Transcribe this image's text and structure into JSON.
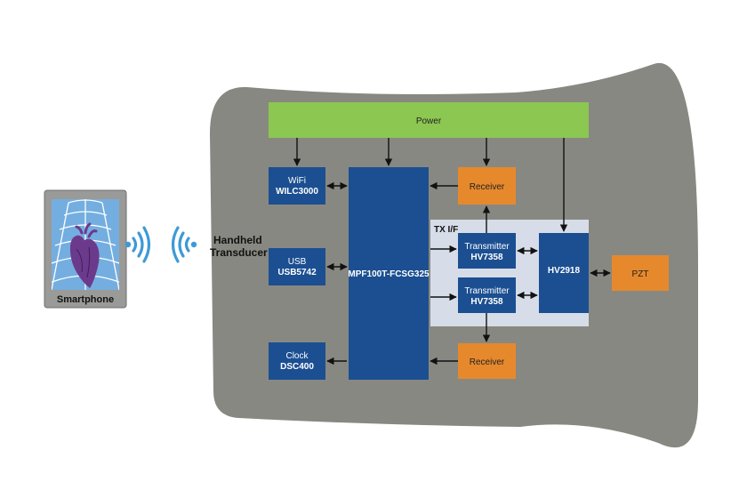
{
  "colors": {
    "body": "#888882",
    "power": "#8cc751",
    "blue": "#1b4f91",
    "orange": "#e6892c",
    "txif_panel": "#d6dde8",
    "phone_case": "#9a9a98",
    "phone_screen": "#74aee0",
    "wifi_waves": "#3d9ad6",
    "heart": "#6c3a8c",
    "arrow": "#111111"
  },
  "icons": {
    "wifi_left": "wifi-waves-icon",
    "wifi_right": "wifi-waves-icon",
    "phone": "smartphone-icon",
    "heart": "heart-ultrasound-icon"
  },
  "smartphone": {
    "label": "Smartphone"
  },
  "transducer": {
    "label_line1": "Handheld",
    "label_line2": "Transducer"
  },
  "power": {
    "label": "Power"
  },
  "wifi_block": {
    "line1": "WiFi",
    "line2": "WILC3000"
  },
  "usb_block": {
    "line1": "USB",
    "line2": "USB5742"
  },
  "clock_block": {
    "line1": "Clock",
    "line2": "DSC400"
  },
  "fpga": {
    "label": "MPF100T-FCSG325"
  },
  "receiver_top": {
    "label": "Receiver"
  },
  "receiver_bottom": {
    "label": "Receiver"
  },
  "tx_if": {
    "label": "TX I/F"
  },
  "transmitter_1": {
    "line1": "Transmitter",
    "line2": "HV7358"
  },
  "transmitter_2": {
    "line1": "Transmitter",
    "line2": "HV7358"
  },
  "switch": {
    "label": "HV2918"
  },
  "pzt": {
    "label": "PZT"
  }
}
